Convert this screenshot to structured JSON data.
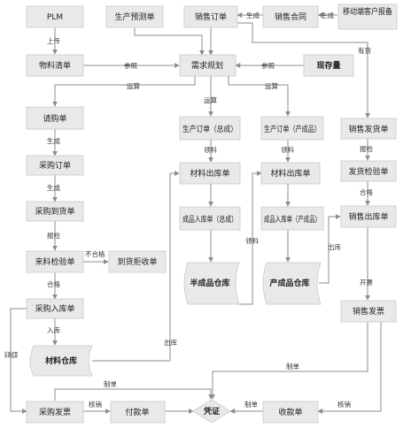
{
  "nodes": {
    "plm": "PLM",
    "bom": "物料清单",
    "purchase_req": "请购单",
    "purchase_order": "采购订单",
    "purchase_arrival": "采购到货单",
    "incoming_inspection": "来料检验单",
    "arrival_reject": "到货拒收单",
    "purchase_inbound": "采购入库单",
    "material_warehouse": "材料仓库",
    "purchase_invoice": "采购发票",
    "payment": "付款单",
    "voucher": "凭证",
    "receipt": "收款单",
    "sales_invoice": "销售发票",
    "forecast": "生产预测单",
    "sales_order": "销售订单",
    "sales_contract": "销售合同",
    "mobile_report": "移动端客户报备",
    "demand_planning": "需求规划",
    "inventory": "现存量",
    "prod_order_assembly": "生产订单（总成）",
    "prod_order_product": "生产订单（产成品）",
    "material_out_1": "材料出库单",
    "material_out_2": "材料出库单",
    "fg_in_assembly": "成品入库单（总成）",
    "fg_in_product": "成品入库单（产成品）",
    "semi_warehouse": "半成品仓库",
    "fg_warehouse": "产成品仓库",
    "sales_delivery": "销售发货单",
    "delivery_inspection": "发货检验单",
    "sales_outbound": "销售出库单"
  },
  "edges": {
    "upload": "上传",
    "reference_1": "参照",
    "reference_2": "参照",
    "calc_1": "运算",
    "calc_2": "运算",
    "calc_3": "运算",
    "generate_1": "生成",
    "generate_2": "生成",
    "generate_3": "生成",
    "generate_4": "生成",
    "inspect_1": "报检",
    "inspect_2": "报检",
    "unqualified": "不合格",
    "qualified_1": "合格",
    "qualified_2": "合格",
    "inbound": "入库",
    "purchase_settle": "采购结算",
    "pick_1": "领料",
    "pick_2": "领料",
    "pick_3": "领料",
    "outbound_1": "出库",
    "outbound_2": "出库",
    "has_stock": "有货",
    "invoice_open": "开票",
    "make_voucher_1": "制单",
    "make_voucher_2": "制单",
    "make_voucher_3": "制单",
    "verify_1": "核销",
    "verify_2": "核销"
  },
  "colors": {
    "node_fill": "#e9e9e9",
    "node_border": "#c9c9c9",
    "line": "#8d8d8d",
    "text": "#222222"
  }
}
